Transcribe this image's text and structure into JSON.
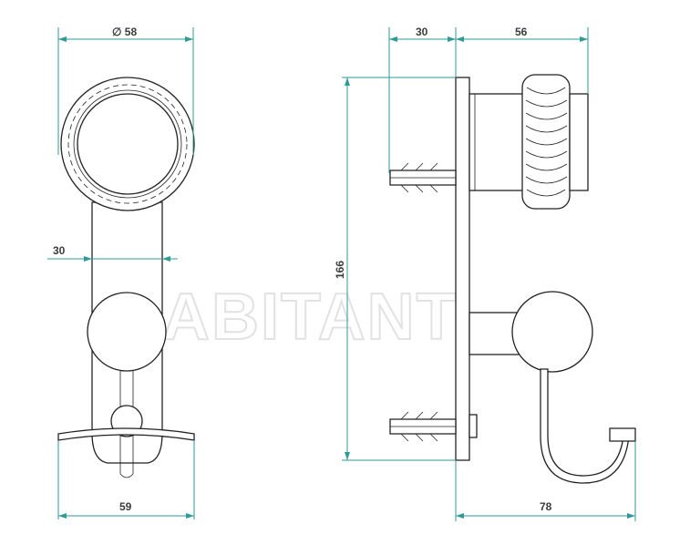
{
  "dimensions": {
    "front_top": "∅ 58",
    "front_mid": "30",
    "front_bottom": "59",
    "side_top_left": "30",
    "side_top_right": "56",
    "side_height": "166",
    "side_bottom": "78"
  },
  "watermark": "ABITANT",
  "colors": {
    "dimension": "#2f9a9a",
    "outline": "#222222",
    "watermark": "#e2e2e2"
  }
}
